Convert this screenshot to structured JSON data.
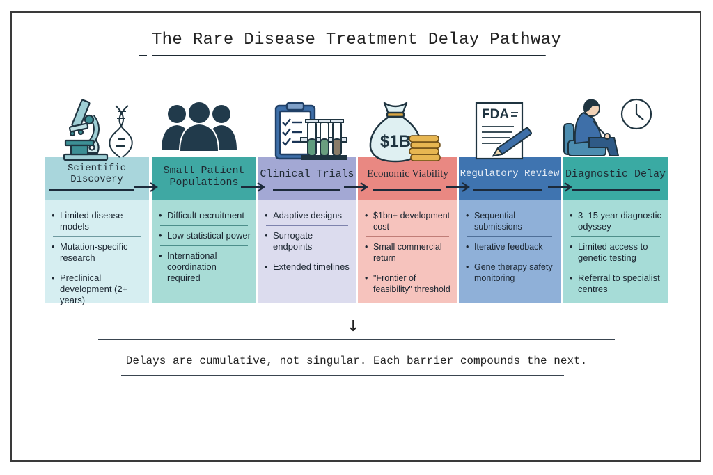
{
  "title": "The Rare Disease Treatment Delay Pathway",
  "stages": [
    {
      "id": "scientific-discovery",
      "title": "Scientific Discovery",
      "icon": "microscope-dna-icon",
      "header_color": "#a9d6dc",
      "body_color": "#d6eef1",
      "items": [
        "Limited disease models",
        "Mutation-specific research",
        "Preclinical development (2+ years)"
      ]
    },
    {
      "id": "small-patient-populations",
      "title": "Small Patient Populations",
      "icon": "people-group-icon",
      "header_color": "#3fa8a3",
      "body_color": "#a8dcd6",
      "items": [
        "Difficult recruitment",
        "Low statistical power",
        "International coordination required"
      ]
    },
    {
      "id": "clinical-trials",
      "title": "Clinical Trials",
      "icon": "clipboard-test-tubes-icon",
      "header_color": "#a3a8d4",
      "body_color": "#dcdcee",
      "items": [
        "Adaptive designs",
        "Surrogate endpoints",
        "Extended timelines"
      ]
    },
    {
      "id": "economic-viability",
      "title": "Economic Viability",
      "icon": "money-bag-coins-icon",
      "header_color": "#e98882",
      "body_color": "#f6c3bd",
      "items": [
        "$1bn+ development cost",
        "Small commercial return",
        "\"Frontier of feasibility\" threshold"
      ]
    },
    {
      "id": "regulatory-review",
      "title": "Regulatory Review",
      "icon": "fda-document-pen-icon",
      "header_color": "#3f74b0",
      "body_color": "#8fb0d8",
      "items": [
        "Sequential submissions",
        "Iterative feedback",
        "Gene therapy safety monitoring"
      ]
    },
    {
      "id": "diagnostic-delay",
      "title": "Diagnostic Delay",
      "icon": "waiting-patient-clock-icon",
      "header_color": "#3aaaa3",
      "body_color": "#a6dcd7",
      "items": [
        "3–15 year diagnostic odyssey",
        "Limited access to genetic testing",
        "Referral to specialist centres"
      ]
    }
  ],
  "icons": {
    "fda_label": "FDA",
    "money_label": "$1B",
    "down_arrow": "↓"
  },
  "footer": "Delays are cumulative, not singular. Each barrier compounds the next."
}
